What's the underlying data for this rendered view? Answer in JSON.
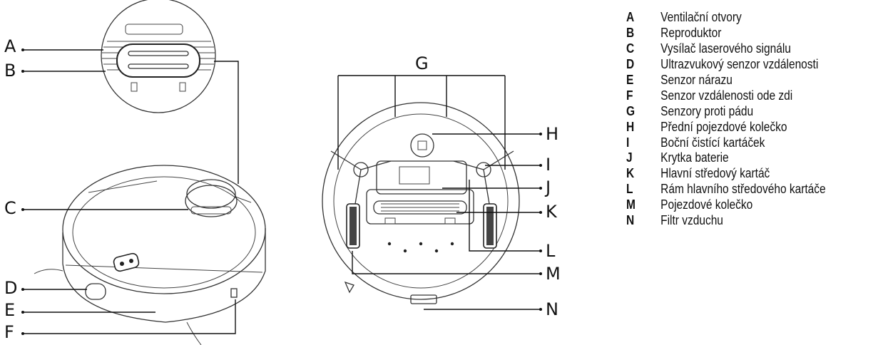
{
  "callouts": {
    "A": "A",
    "B": "B",
    "C": "C",
    "D": "D",
    "E": "E",
    "F": "F",
    "G": "G",
    "H": "H",
    "I": "I",
    "J": "J",
    "K": "K",
    "L": "L",
    "M": "M",
    "N": "N"
  },
  "legend": [
    {
      "key": "A",
      "text": "Ventilační otvory"
    },
    {
      "key": "B",
      "text": "Reproduktor"
    },
    {
      "key": "C",
      "text": "Vysílač laserového signálu"
    },
    {
      "key": "D",
      "text": "Ultrazvukový senzor vzdálenosti"
    },
    {
      "key": "E",
      "text": "Senzor nárazu"
    },
    {
      "key": "F",
      "text": "Senzor vzdálenosti ode zdi"
    },
    {
      "key": "G",
      "text": "Senzory proti pádu"
    },
    {
      "key": "H",
      "text": "Přední pojezdové kolečko"
    },
    {
      "key": "I",
      "text": "Boční čistící kartáček"
    },
    {
      "key": "J",
      "text": "Krytka baterie"
    },
    {
      "key": "K",
      "text": "Hlavní středový kartáč"
    },
    {
      "key": "L",
      "text": "Rám hlavního středového kartáče"
    },
    {
      "key": "M",
      "text": "Pojezdové kolečko"
    },
    {
      "key": "N",
      "text": "Filtr vzduchu"
    }
  ]
}
